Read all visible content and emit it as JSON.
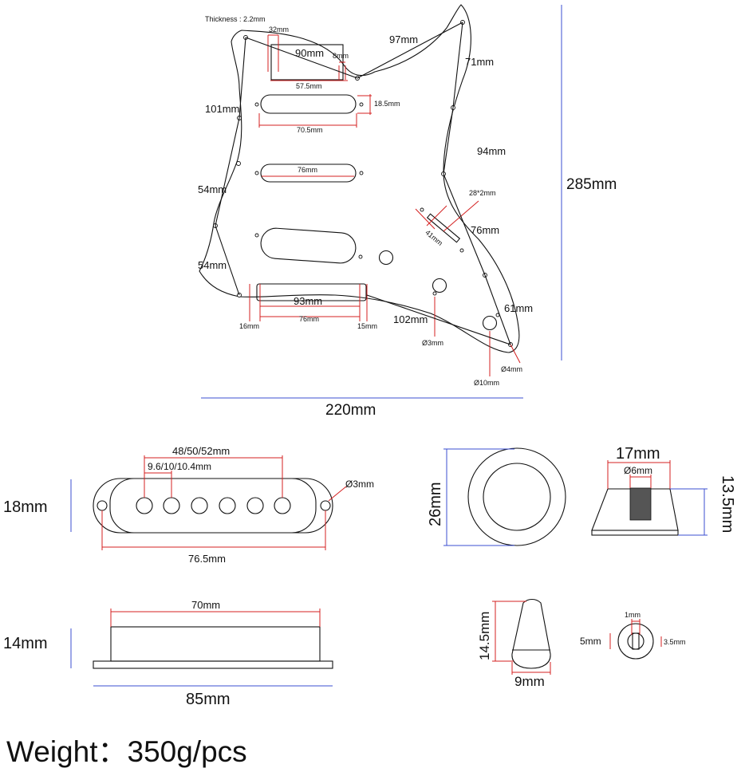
{
  "pickguard": {
    "thickness_label": "Thickness : 2.2mm",
    "labels": {
      "d32": "32mm",
      "d90": "90mm",
      "d8": "8mm",
      "d97": "97mm",
      "d71": "71mm",
      "d57_5": "57.5mm",
      "d18_5": "18.5mm",
      "d101": "101mm",
      "d70_5": "70.5mm",
      "d94": "94mm",
      "d76a": "76mm",
      "d28x2": "28*2mm",
      "d54a": "54mm",
      "d41": "41mm",
      "d76b": "76mm",
      "d54b": "54mm",
      "d93": "93mm",
      "d16": "16mm",
      "d76c": "76mm",
      "d15": "15mm",
      "d102": "102mm",
      "d61": "61mm",
      "dia3": "Ø3mm",
      "dia4": "Ø4mm",
      "dia10": "Ø10mm"
    },
    "height_label": "285mm",
    "width_label": "220mm"
  },
  "pickup": {
    "top": {
      "pole_spacing": "48/50/52mm",
      "pole_dia": "9.6/10/10.4mm",
      "hole_dia": "Ø3mm",
      "height": "18mm",
      "length": "76.5mm"
    },
    "side": {
      "top_length": "70mm",
      "height": "14mm",
      "base_length": "85mm"
    }
  },
  "knob": {
    "diameter": "26mm",
    "top_width": "17mm",
    "shaft": "Ø6mm",
    "height": "13.5mm"
  },
  "switch_tip": {
    "height": "14.5mm",
    "width": "9mm",
    "slot": "1mm",
    "outer": "5mm",
    "inner": "3.5mm"
  },
  "footer": {
    "weight": "Weight：350g/pcs"
  }
}
